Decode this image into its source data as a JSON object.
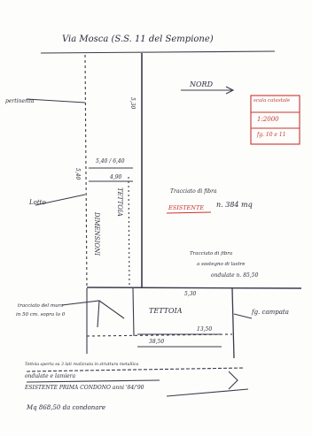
{
  "title": "Via Mosca (S.S. 11 del Sempione)",
  "north": "NORD",
  "legend": {
    "line1": "scala catastale",
    "line2": "1:2000",
    "line3": "fg. 10 e 11"
  },
  "left_edge_label": "pertinenza",
  "left_label": "Lotto",
  "mid_dim": "5,40 / 6,40",
  "mid_dim2": "4,90",
  "left_dim": "5,40",
  "tettoia_upper": "TETTOIA",
  "tettoia_upper_dim": "DIMENSIONI",
  "right_note_1": "Tracciato di fibra",
  "right_note_2": "ESISTENTE",
  "right_note_3": "n. 384 mq",
  "right_note_b1": "Tracciato di fibra",
  "right_note_b2": "a sostegno di lastre",
  "right_note_b3": "ondulate n. 85,50",
  "dim_530": "5,30",
  "tettoia_lower": "TETTOIA",
  "lower_dim_a": "13,50",
  "lower_dim_b": "38,50",
  "lower_left_note_1": "tracciato del muro",
  "lower_left_note_2": "in 50 cm. sopra lo 0",
  "right_label": "fg. campata",
  "bottom_1": "Tettoia aperta su 3 lati realizzata in struttura metallica",
  "bottom_2": "ondulate e lamiera",
  "bottom_3": "ESISTENTE PRIMA CONDONO anni '84/'90",
  "bottom_4": "Mq 868,50 da condonare",
  "colors": {
    "ink": "#2a2a3c",
    "red": "#c6352f",
    "paper": "#fdfdfb"
  }
}
